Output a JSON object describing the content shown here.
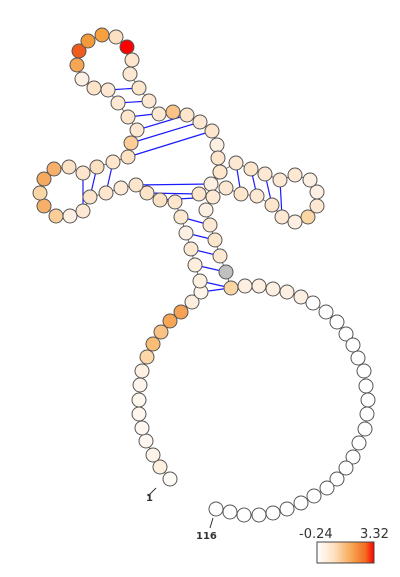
{
  "structure": {
    "start_label": "1",
    "end_label": "116",
    "length": 116
  },
  "colorbar": {
    "min_label": "-0.24",
    "max_label": "3.32",
    "min_color": "#ffffff",
    "max_color": "#ff0000"
  },
  "colors": {
    "pair_line": "#1a1aff",
    "backbone": "#666666",
    "node_stroke": "#555555",
    "missing": "#c0c0c0"
  }
}
